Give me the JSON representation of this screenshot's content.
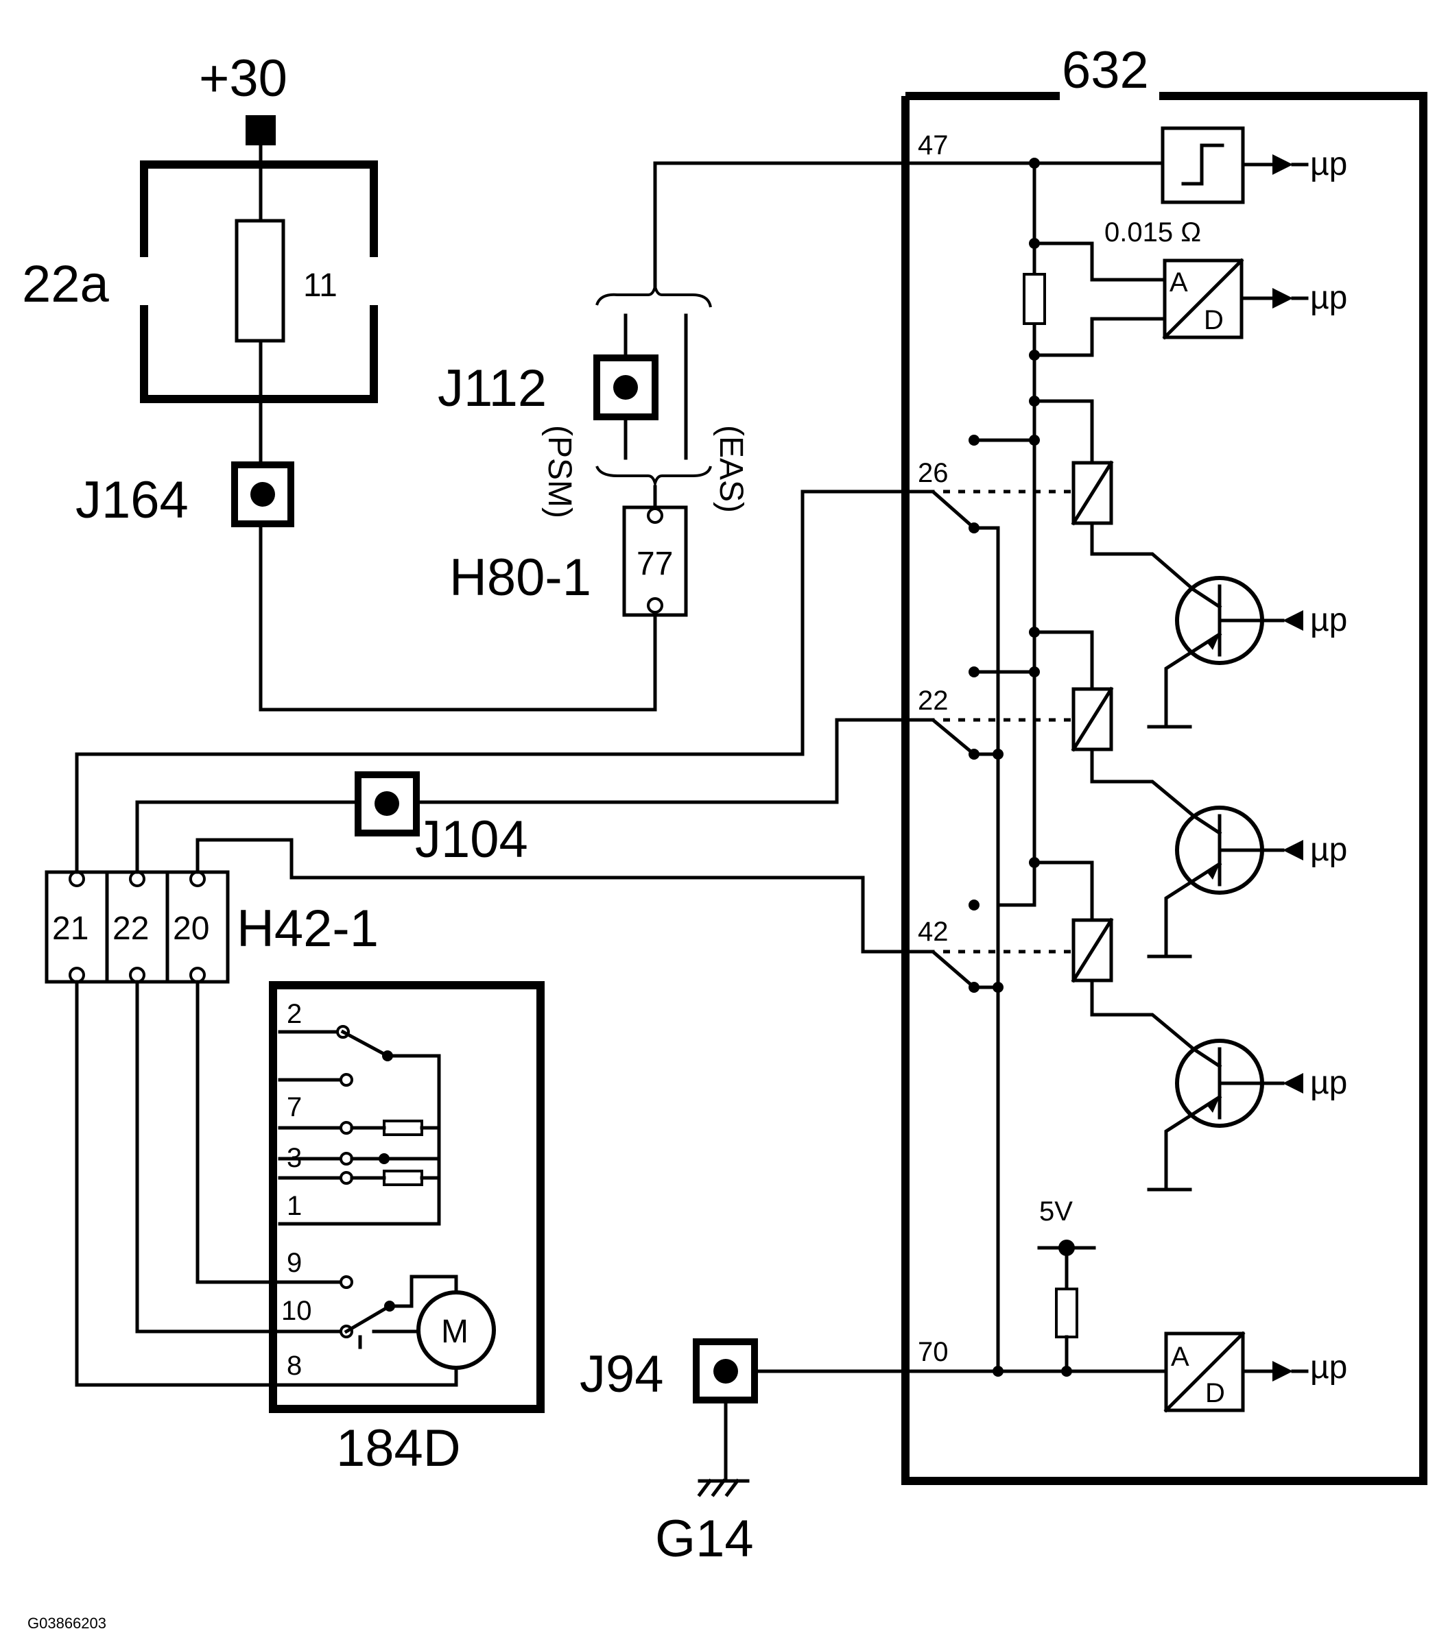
{
  "components": {
    "supply": "+30",
    "fuse_box": "22a",
    "fuse_number": "11",
    "j164": "J164",
    "j112": "J112",
    "psm": "(PSM)",
    "eas": "(EAS)",
    "h80": "H80-1",
    "h80_pin": "77",
    "j104": "J104",
    "h42": "H42-1",
    "h42_pins": [
      "21",
      "22",
      "20"
    ],
    "switch_module": "184D",
    "switch_pins": [
      "2",
      "7",
      "3",
      "1",
      "9",
      "10",
      "8"
    ],
    "motor": "M",
    "j94": "J94",
    "ground": "G14",
    "ecu": "632",
    "ecu_pins": [
      "47",
      "26",
      "22",
      "42",
      "70"
    ],
    "shunt": "0.015 Ω",
    "adc_a": "A",
    "adc_d": "D",
    "microprocessor": "µp",
    "voltage": "5V",
    "figure_id": "G03866203"
  }
}
